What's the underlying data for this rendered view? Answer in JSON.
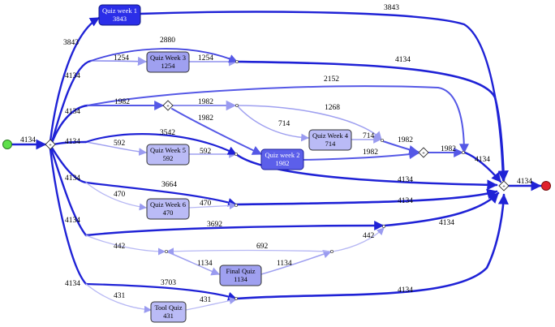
{
  "colors": {
    "edge_strong": "#1f22d6",
    "edge_medium": "#5558e6",
    "edge_light": "#8f90ee",
    "edge_faint": "#b7b8f4",
    "node_dark": "#2b2ee8",
    "node_mid": "#5c5fea",
    "node_light": "#9fa0f0",
    "node_lighter": "#babbf6",
    "start": "#5ee04a",
    "end": "#e0202a"
  },
  "nodes": {
    "quiz_week_1": {
      "title": "Quiz week 1",
      "count": "3843"
    },
    "quiz_week_3": {
      "title": "Quiz Week 3",
      "count": "1254"
    },
    "quiz_week_4": {
      "title": "Quiz Week 4",
      "count": "714"
    },
    "quiz_week_2": {
      "title": "Quiz week 2",
      "count": "1982"
    },
    "quiz_week_5": {
      "title": "Quiz Week 5",
      "count": "592"
    },
    "quiz_week_6": {
      "title": "Quiz Week 6",
      "count": "470"
    },
    "final_quiz": {
      "title": "Final Quiz",
      "count": "1134"
    },
    "tool_quiz": {
      "title": "Tool Quiz",
      "count": "431"
    }
  },
  "edge_labels": {
    "start_to_split": "4134",
    "split_to_w1": "3843",
    "w1_to_end": "3843",
    "split_b2": "4134",
    "w3_in": "1254",
    "w3_out": "1254",
    "w3_skip": "2880",
    "b2_to_end": "4134",
    "split_b3": "4134",
    "b3_2152": "2152",
    "b3_1982_a": "1982",
    "b3_1982_b": "1982",
    "w4_in_1268": "1268",
    "w4_in_714": "714",
    "w4_out_714": "714",
    "w2_in": "1982",
    "xor2_in_1982": "1982",
    "w2_out": "1982",
    "xor2_out": "1982",
    "merge_4134": "4134",
    "split_b4": "4134",
    "w5_in": "592",
    "w5_out": "592",
    "b4_3542": "3542",
    "b4_to_end": "4134",
    "split_b5": "4134",
    "b5_3664": "3664",
    "w6_in": "470",
    "w6_out": "470",
    "b5_to_end": "4134",
    "split_b6": "4134",
    "b6_3692": "3692",
    "b6_to_end": "4134",
    "b6_442_a": "442",
    "b6_692": "692",
    "b6_442_b": "442",
    "fq_in": "1134",
    "fq_out": "1134",
    "split_b7": "4134",
    "b7_3703": "3703",
    "tq_in": "431",
    "tq_out": "431",
    "b7_to_end": "4134",
    "end_in": "4134"
  }
}
